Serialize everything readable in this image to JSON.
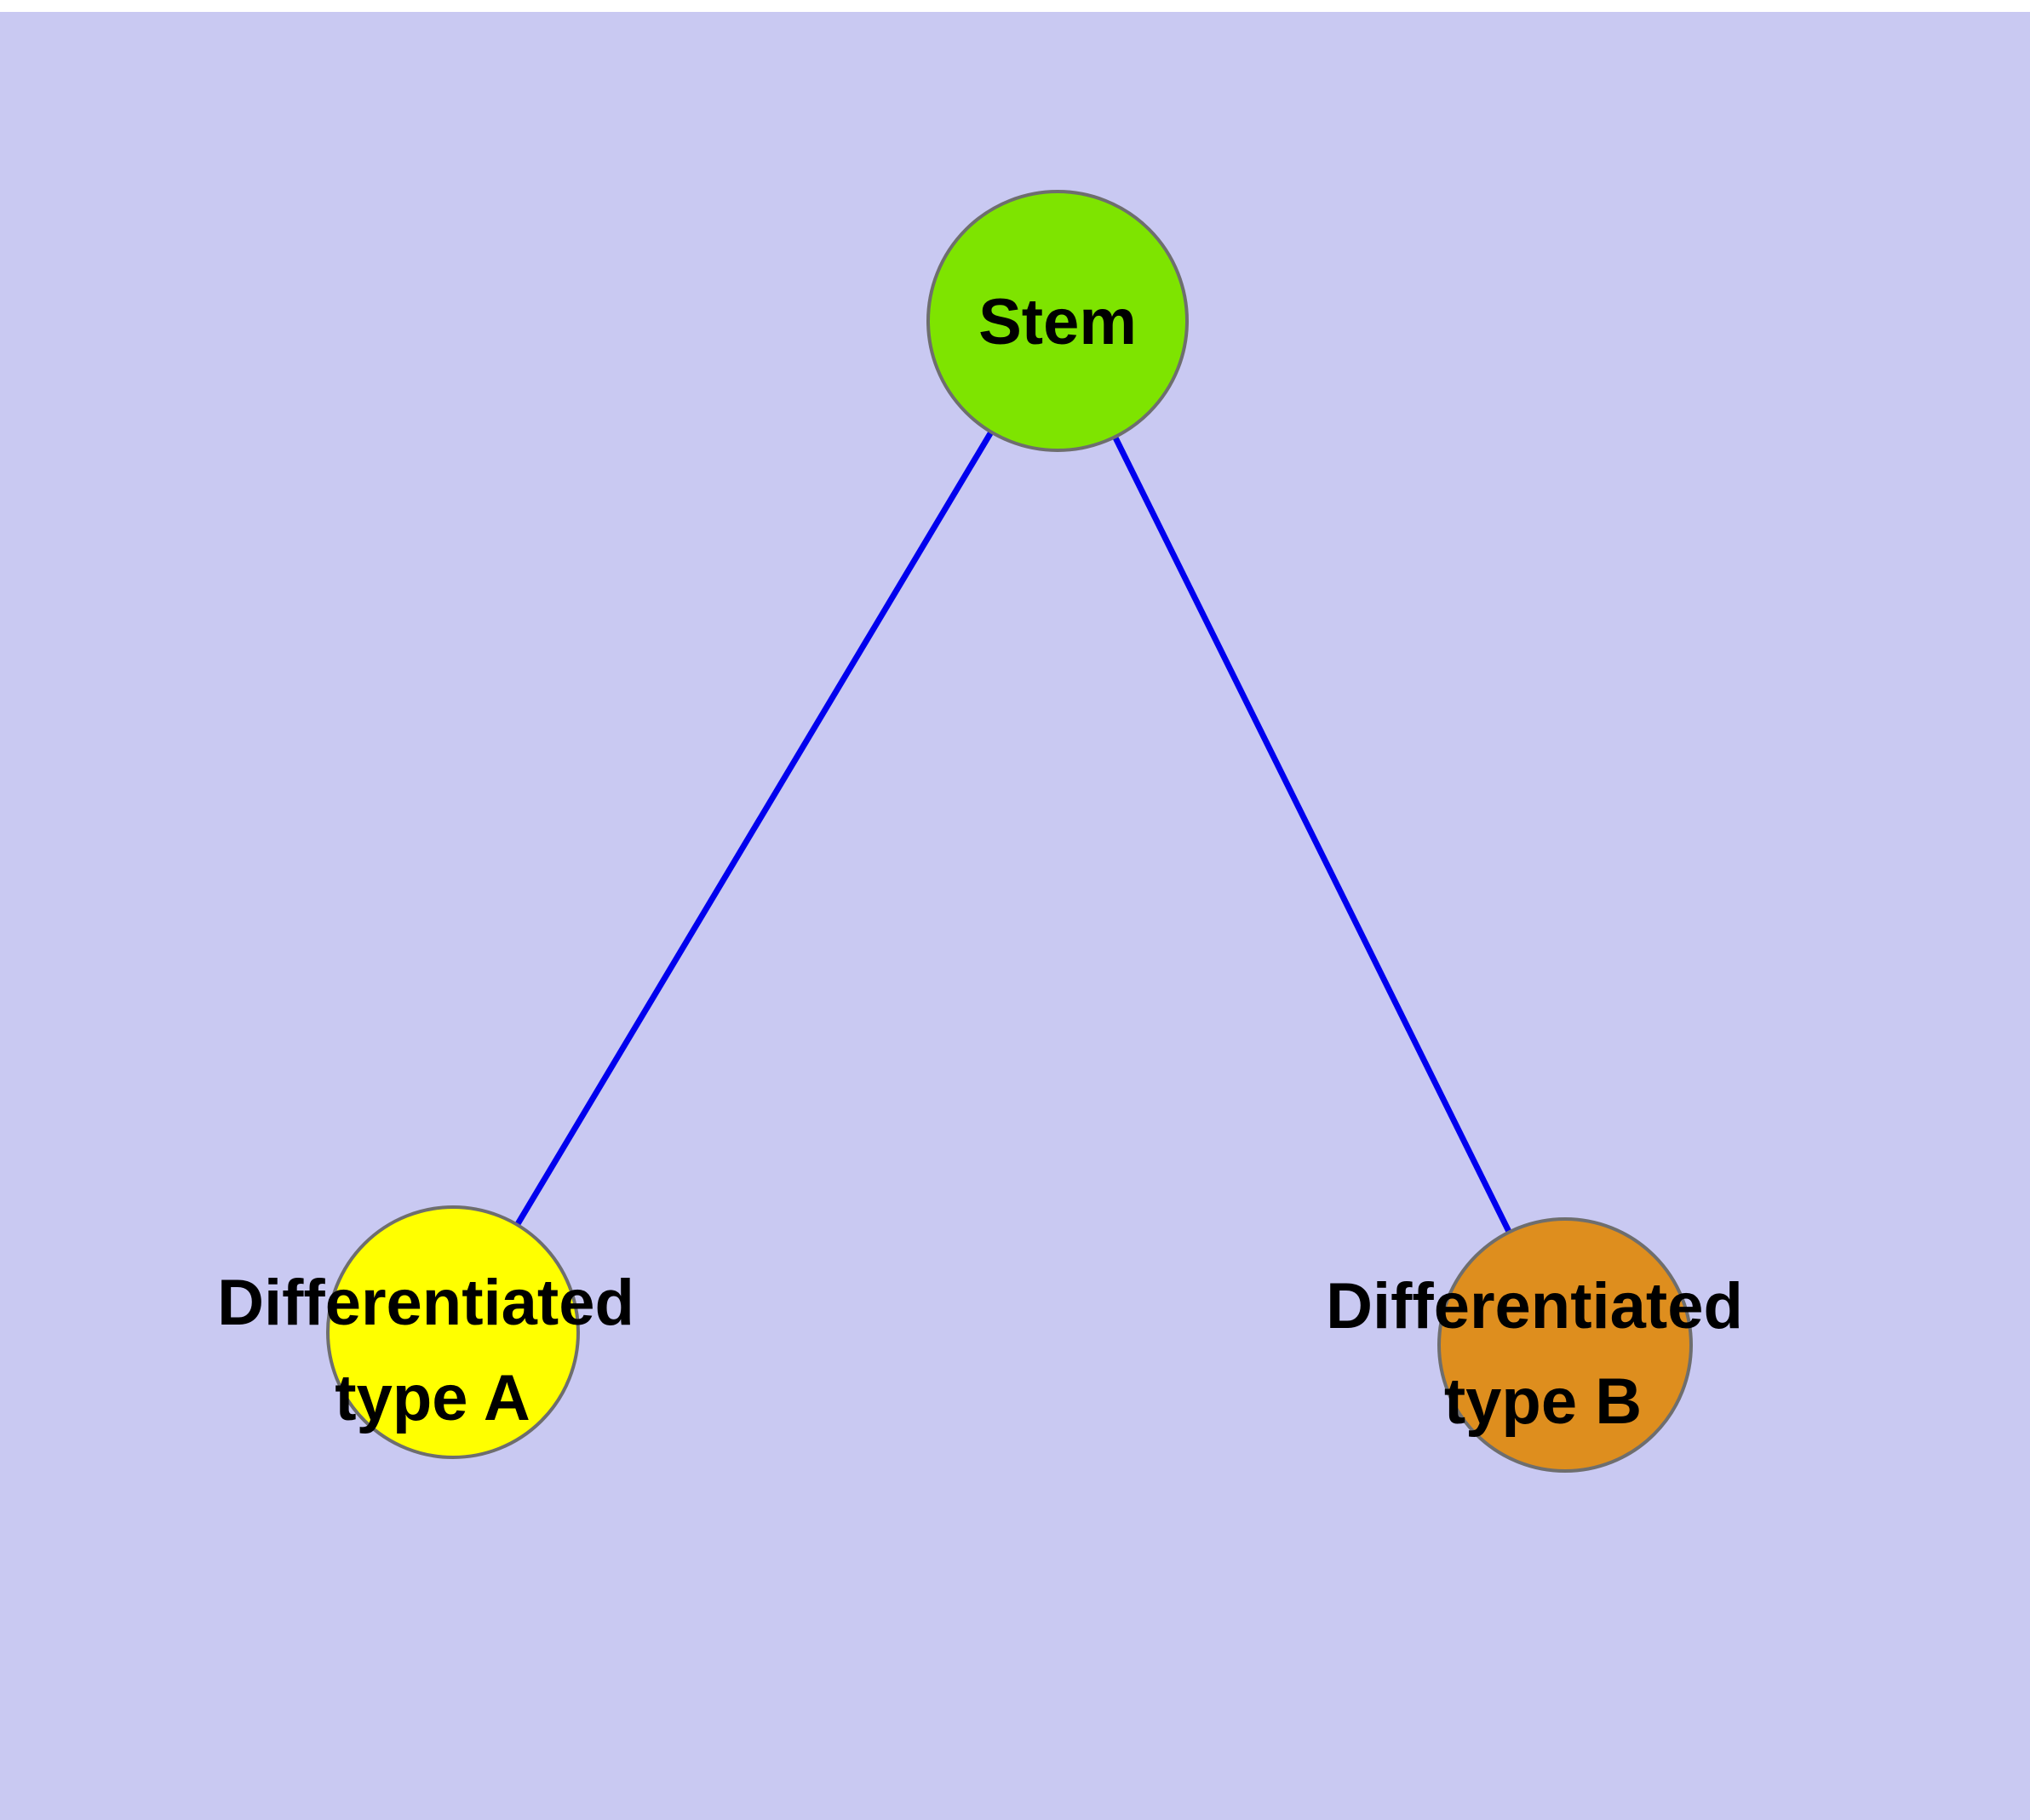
{
  "colors": {
    "background": "#c9c9f2",
    "top_strip": "#ffffff",
    "edge": "#0000ee",
    "node_border": "#6e6e6e"
  },
  "diagram": {
    "nodes": [
      {
        "id": "stem",
        "label": "Stem",
        "color": "#7ee400"
      },
      {
        "id": "differentiated-type-a",
        "label_lines": [
          "Differentiated",
          "type A"
        ],
        "color": "#ffff00"
      },
      {
        "id": "differentiated-type-b",
        "label_lines": [
          "Differentiated",
          "type B"
        ],
        "color": "#de8e1e"
      }
    ],
    "edges": [
      {
        "from": "stem",
        "to": "differentiated-type-a"
      },
      {
        "from": "stem",
        "to": "differentiated-type-b"
      }
    ]
  }
}
